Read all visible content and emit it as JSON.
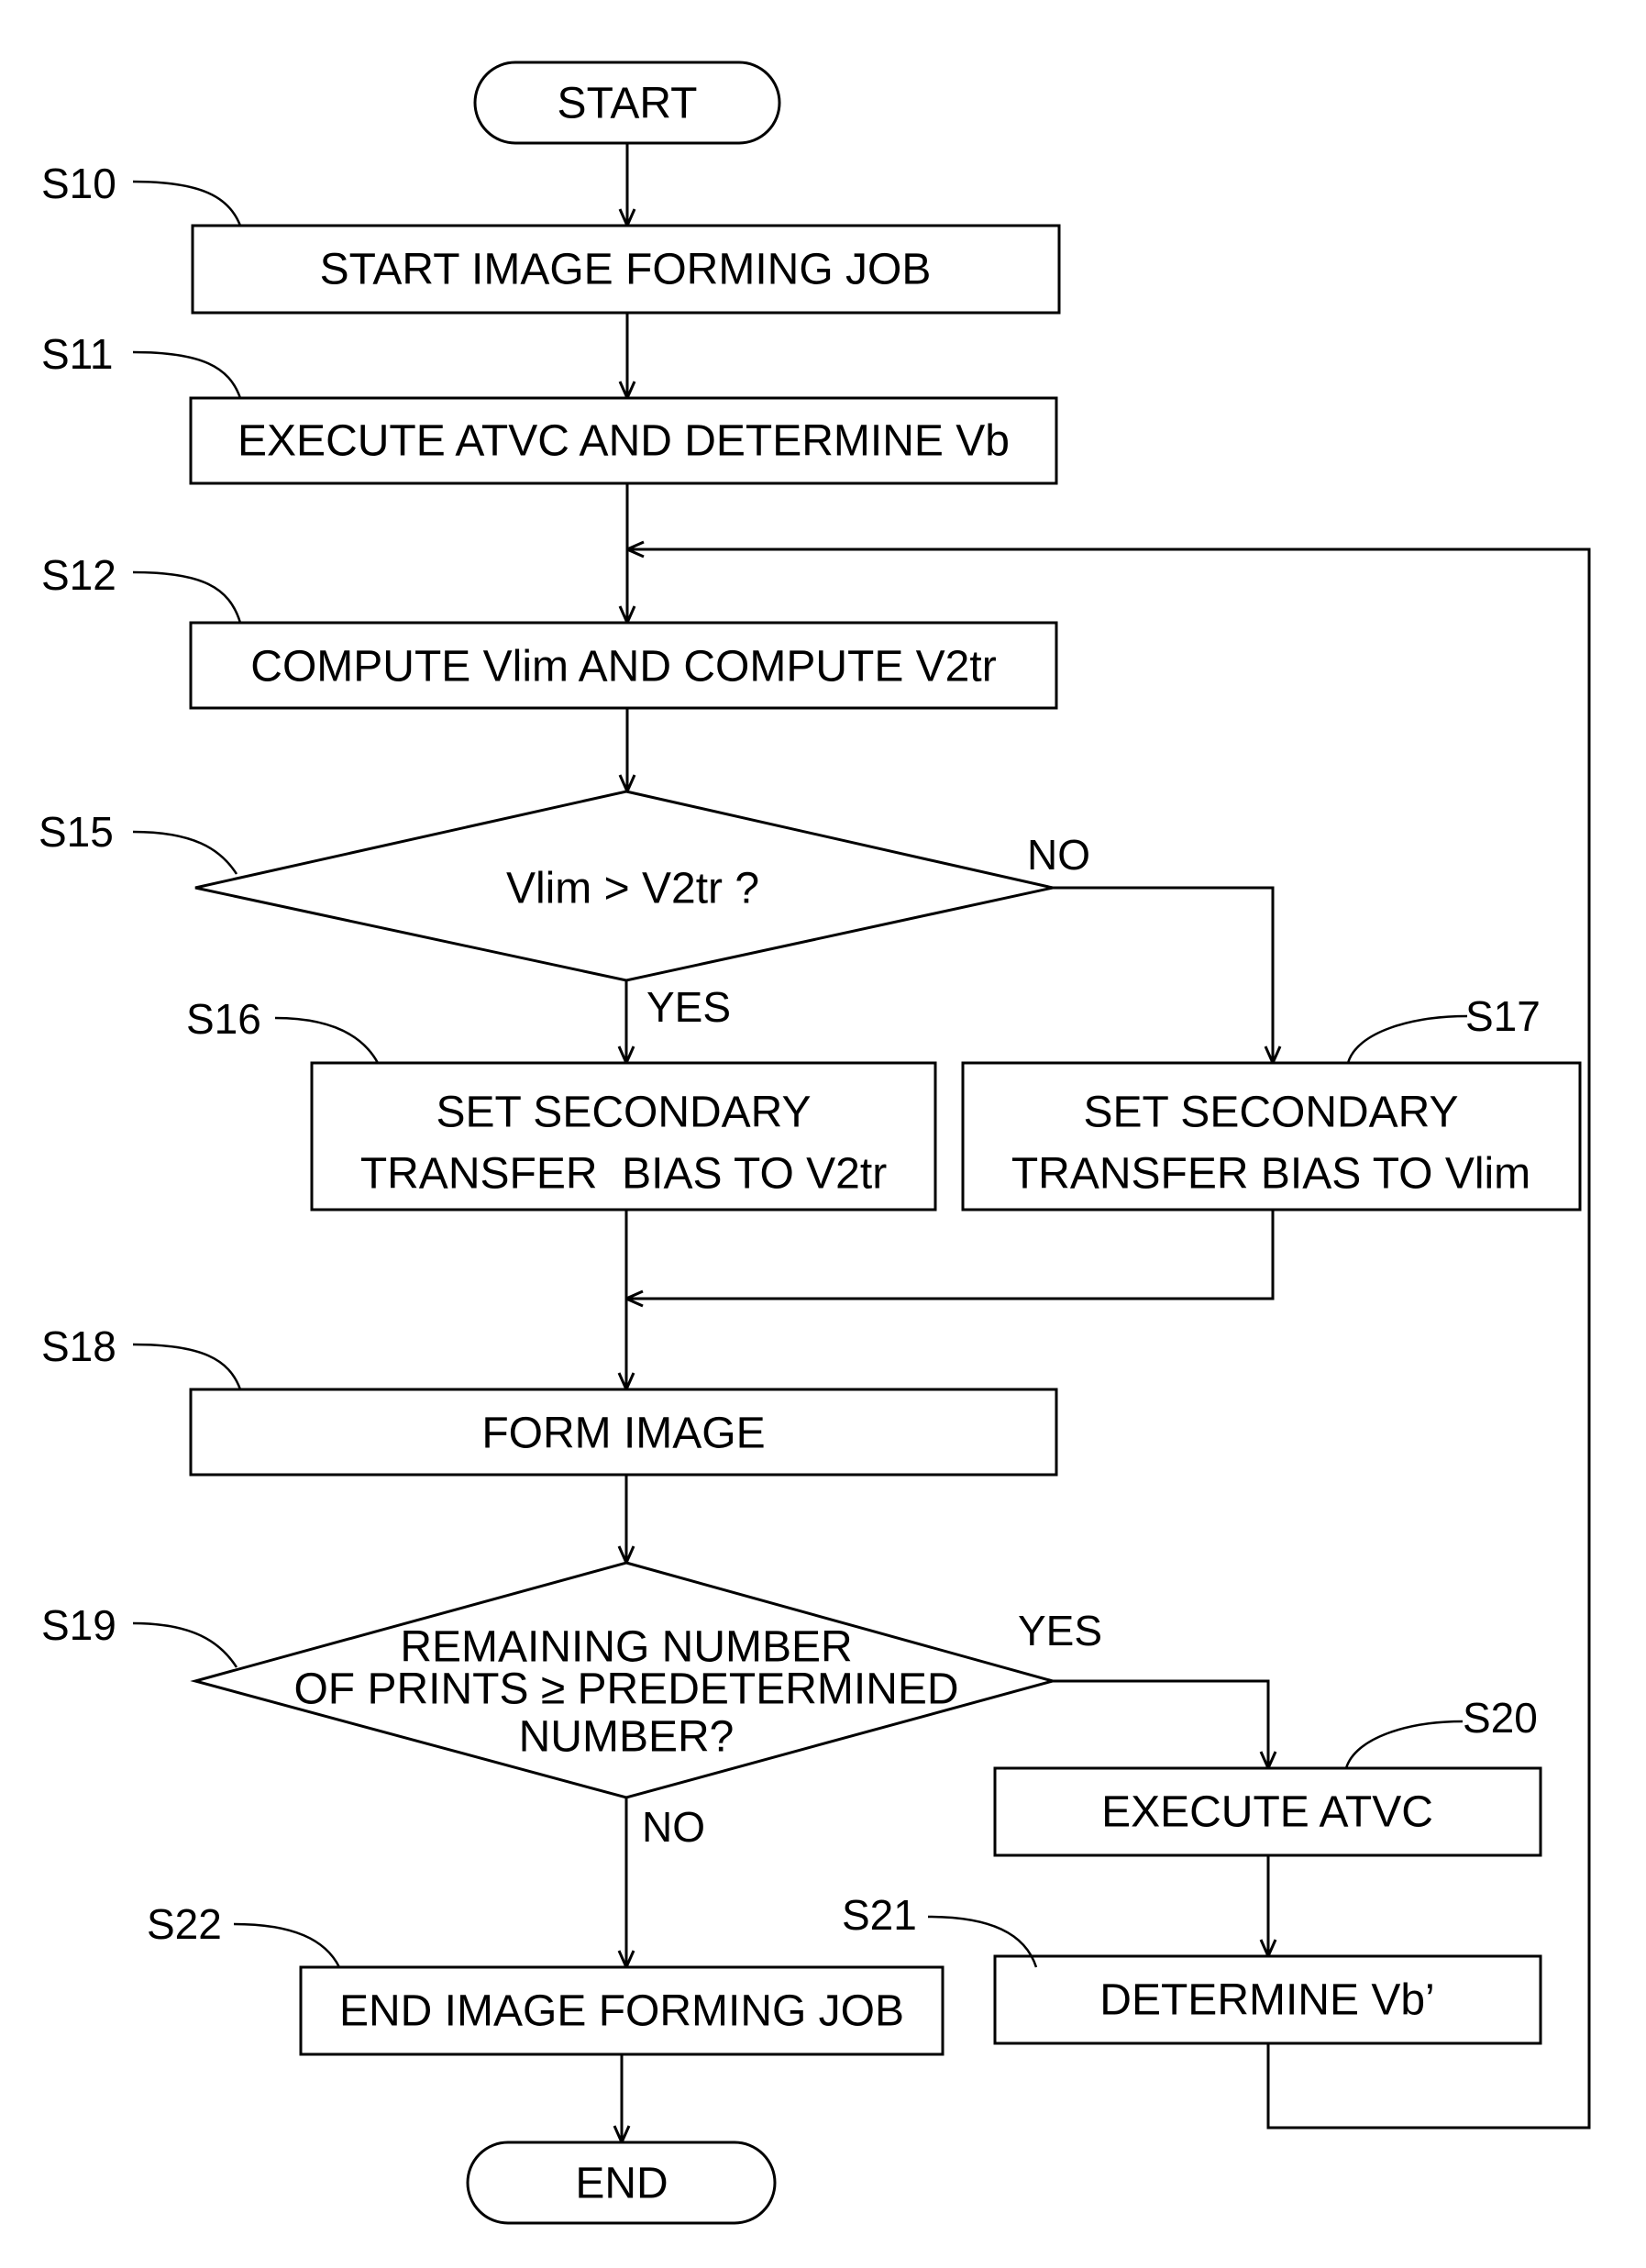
{
  "terminals": {
    "start": "START",
    "end": "END"
  },
  "steps": {
    "s10": {
      "id": "S10",
      "text": "START IMAGE FORMING JOB"
    },
    "s11": {
      "id": "S11",
      "text": "EXECUTE ATVC AND DETERMINE Vb"
    },
    "s12": {
      "id": "S12",
      "text": "COMPUTE Vlim AND COMPUTE V2tr"
    },
    "s15": {
      "id": "S15",
      "text": "Vlim > V2tr ?"
    },
    "s16": {
      "id": "S16",
      "lines": [
        "SET SECONDARY",
        "TRANSFER  BIAS TO V2tr"
      ]
    },
    "s17": {
      "id": "S17",
      "lines": [
        "SET SECONDARY",
        "TRANSFER BIAS TO Vlim"
      ]
    },
    "s18": {
      "id": "S18",
      "text": "FORM IMAGE"
    },
    "s19": {
      "id": "S19",
      "lines": [
        "REMAINING NUMBER",
        "OF PRINTS ≥ PREDETERMINED",
        "NUMBER?"
      ]
    },
    "s20": {
      "id": "S20",
      "text": "EXECUTE ATVC"
    },
    "s21": {
      "id": "S21",
      "text": "DETERMINE Vb’"
    },
    "s22": {
      "id": "S22",
      "text": "END IMAGE FORMING JOB"
    }
  },
  "branches": {
    "s15_yes": "YES",
    "s15_no": "NO",
    "s19_yes": "YES",
    "s19_no": "NO"
  }
}
